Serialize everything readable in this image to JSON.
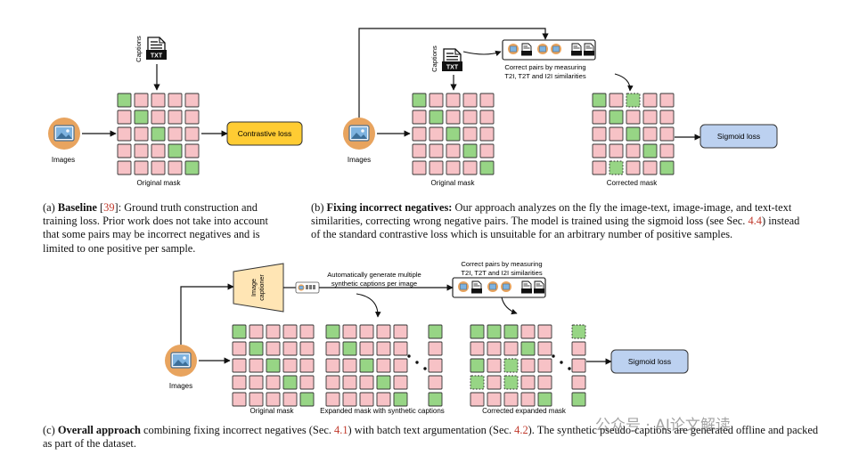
{
  "labels": {
    "captions": "Captions",
    "txt": "TXT",
    "images": "Images",
    "original_mask": "Original mask",
    "contrastive_loss": "Contrastive loss",
    "sigmoid_loss": "Sigmoid loss",
    "corrected_mask": "Corrected mask",
    "correct_pairs_line1": "Correct pairs by measuring",
    "correct_pairs_line2": "T2I, T2T and I2I similarities",
    "image_captioner": [
      "Image",
      "captioner"
    ],
    "auto_generate_line1": "Automatically generate multiple",
    "auto_generate_line2": "synthetic captions per image",
    "expanded_mask": "Expanded mask with synthetic captions",
    "corrected_expanded_mask": "Corrected expanded mask"
  },
  "captions": {
    "a": {
      "tag": "(a) ",
      "title": "Baseline",
      "ref": "39",
      "text": ": Ground truth construction and training loss. Prior work does not take into account that some pairs may be incorrect negatives and is limited to one positive per sample."
    },
    "b": {
      "tag": "(b) ",
      "title": "Fixing incorrect negatives:",
      "text1": " Our approach analyzes on the fly the image-text, image-image, and text-text similarities, correcting wrong negative pairs. The model is trained using the sigmoid loss (see Sec. ",
      "ref": "4.4",
      "text2": ") instead of the standard contrastive loss which is unsuitable for an arbitrary number of positive samples."
    },
    "c": {
      "tag": "(c) ",
      "title": "Overall approach",
      "text1": " combining fixing incorrect negatives (Sec. ",
      "ref1": "4.1",
      "text2": ") with batch text argumentation (Sec. ",
      "ref2": "4.2",
      "text3": "). The synthetic pseudo-captions are generated offline and packed as part of the dataset."
    }
  },
  "watermark": "公众号 · AI论文解读",
  "colors": {
    "positive": "#97d585",
    "negative": "#f7c2c6",
    "cell_border": "#333333",
    "contrastive_fill": "#ffcc33",
    "sigmoid_fill": "#bcd1f0",
    "image_circle": "#e8a45f",
    "captioner_fill": "#ffe5b4",
    "ref": "#c0392b"
  },
  "masks": {
    "baseline": [
      [
        1,
        0,
        0,
        0,
        0
      ],
      [
        0,
        1,
        0,
        0,
        0
      ],
      [
        0,
        0,
        1,
        0,
        0
      ],
      [
        0,
        0,
        0,
        1,
        0
      ],
      [
        0,
        0,
        0,
        0,
        1
      ]
    ],
    "fixing_original": [
      [
        1,
        0,
        0,
        0,
        0
      ],
      [
        0,
        1,
        0,
        0,
        0
      ],
      [
        0,
        0,
        1,
        0,
        0
      ],
      [
        0,
        0,
        0,
        1,
        0
      ],
      [
        0,
        0,
        0,
        0,
        1
      ]
    ],
    "fixing_corrected": [
      [
        1,
        0,
        2,
        0,
        0
      ],
      [
        0,
        1,
        0,
        0,
        0
      ],
      [
        0,
        0,
        1,
        0,
        0
      ],
      [
        0,
        0,
        0,
        1,
        0
      ],
      [
        0,
        2,
        0,
        0,
        1
      ]
    ],
    "overall_original": [
      [
        1,
        0,
        0,
        0,
        0
      ],
      [
        0,
        1,
        0,
        0,
        0
      ],
      [
        0,
        0,
        1,
        0,
        0
      ],
      [
        0,
        0,
        0,
        1,
        0
      ],
      [
        0,
        0,
        0,
        0,
        1
      ]
    ],
    "overall_expanded": [
      [
        1,
        0,
        0,
        0,
        0
      ],
      [
        0,
        1,
        0,
        0,
        0
      ],
      [
        0,
        0,
        1,
        0,
        0
      ],
      [
        0,
        0,
        0,
        1,
        0
      ],
      [
        0,
        0,
        0,
        0,
        1
      ]
    ],
    "overall_expanded_last": [
      1,
      0,
      0,
      0,
      1
    ],
    "overall_corrected": [
      [
        1,
        1,
        1,
        0,
        0
      ],
      [
        0,
        0,
        0,
        1,
        0
      ],
      [
        1,
        0,
        2,
        0,
        0
      ],
      [
        2,
        0,
        2,
        0,
        0
      ],
      [
        0,
        0,
        0,
        0,
        1
      ]
    ],
    "overall_corrected_last": [
      2,
      0,
      0,
      0,
      1
    ]
  }
}
